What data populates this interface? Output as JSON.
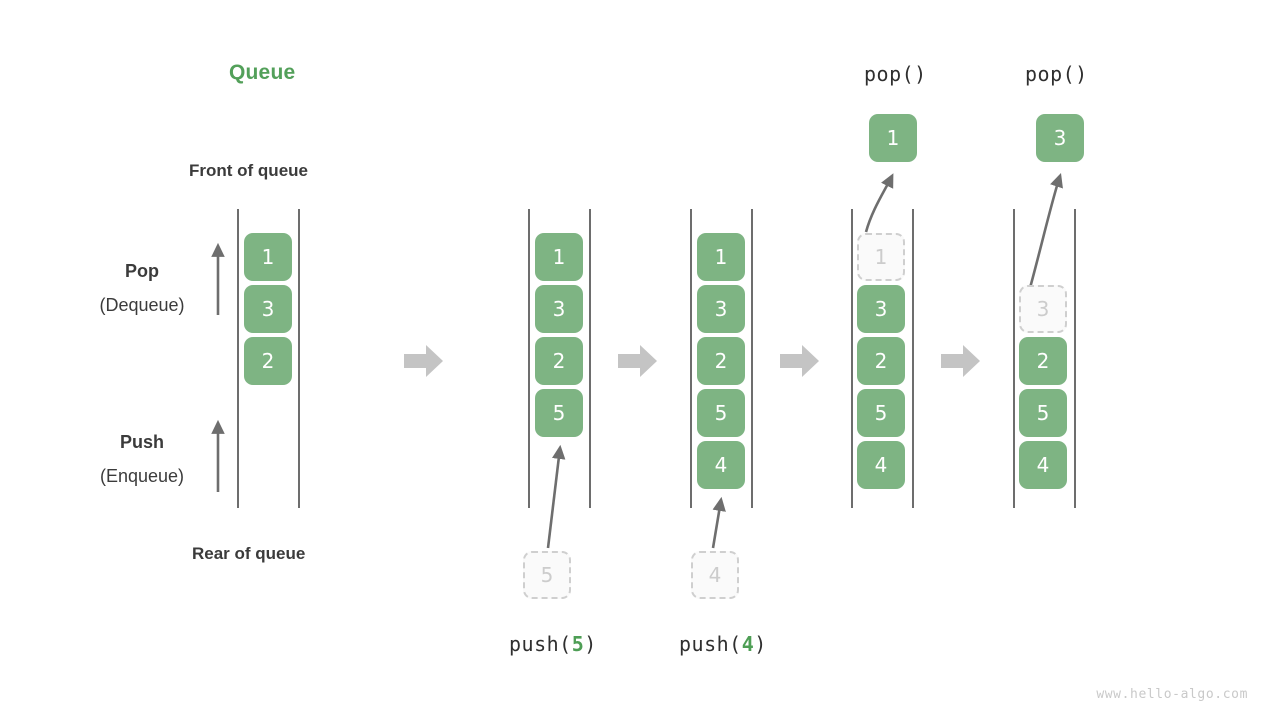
{
  "diagram": {
    "title": "Queue",
    "front_label": "Front of queue",
    "rear_label": "Rear of queue",
    "watermark": "www.hello-algo.com",
    "accent_green": "#53a05a",
    "element_green": "#7eb483",
    "ghost_gray": "#cfcfcf",
    "step_arrow_gray": "#c4c4c4"
  },
  "side_labels": {
    "pop_title": "Pop",
    "pop_sub": "(Dequeue)",
    "push_title": "Push",
    "push_sub": "(Enqueue)"
  },
  "operations": {
    "push5_prefix": "push(",
    "push5_value": "5",
    "push5_suffix": ")",
    "push4_prefix": "push(",
    "push4_value": "4",
    "push4_suffix": ")",
    "pop1_label": "pop()",
    "pop2_label": "pop()"
  },
  "stages": [
    {
      "id": "initial",
      "caption": "",
      "elements": [
        "1",
        "3",
        "2"
      ],
      "ghost_top": null,
      "ghost_bottom": null,
      "empty_slots_top": 0
    },
    {
      "id": "push-5",
      "caption": "push(5)",
      "elements": [
        "1",
        "3",
        "2",
        "5"
      ],
      "ghost_top": null,
      "ghost_bottom": "5",
      "empty_slots_top": 0
    },
    {
      "id": "push-4",
      "caption": "push(4)",
      "elements": [
        "1",
        "3",
        "2",
        "5",
        "4"
      ],
      "ghost_top": null,
      "ghost_bottom": "4",
      "empty_slots_top": 0
    },
    {
      "id": "pop-1",
      "caption": "pop()",
      "elements": [
        "3",
        "2",
        "5",
        "4"
      ],
      "ghost_top": "1",
      "popped_value": "1",
      "ghost_bottom": null,
      "empty_slots_top": 0
    },
    {
      "id": "pop-3",
      "caption": "pop()",
      "elements": [
        "2",
        "5",
        "4"
      ],
      "ghost_top": "3",
      "popped_value": "3",
      "ghost_bottom": null,
      "empty_slots_top": 1
    }
  ],
  "popped_boxes": {
    "first": "1",
    "second": "3"
  }
}
